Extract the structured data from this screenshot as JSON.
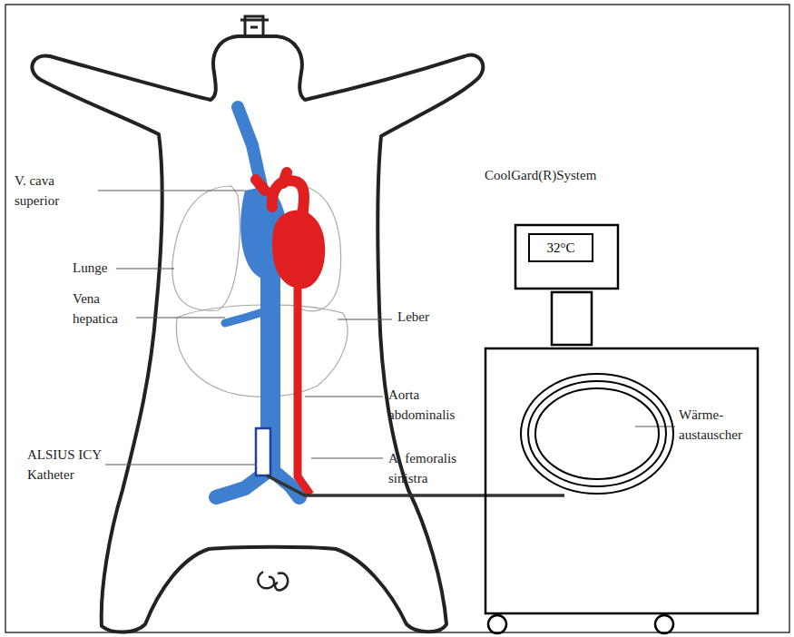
{
  "diagram": {
    "nodes": [
      {
        "text": [
          "32°C"
        ]
      }
    ],
    "labels": [
      "V. cava superior",
      "Lunge",
      "Vena hepatica",
      "ALSIUS ICY Katheter",
      "Leber",
      "Aorta abdominalis",
      "A. femoralis sinistra",
      "Wärme- austauscher",
      "CoolGard(R)System"
    ]
  }
}
